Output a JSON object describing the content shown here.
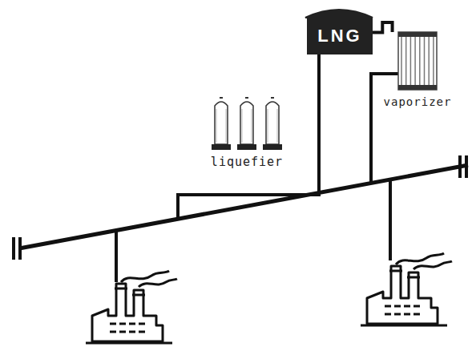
{
  "diagram": {
    "nodes": [
      {
        "text": [
          "LNG"
        ]
      },
      {
        "text": [
          "vaporizer"
        ]
      }
    ],
    "edges": [
      {
        "from": 0,
        "to": 1,
        "arrow": "none"
      }
    ],
    "labels": [
      "liquefier"
    ]
  }
}
